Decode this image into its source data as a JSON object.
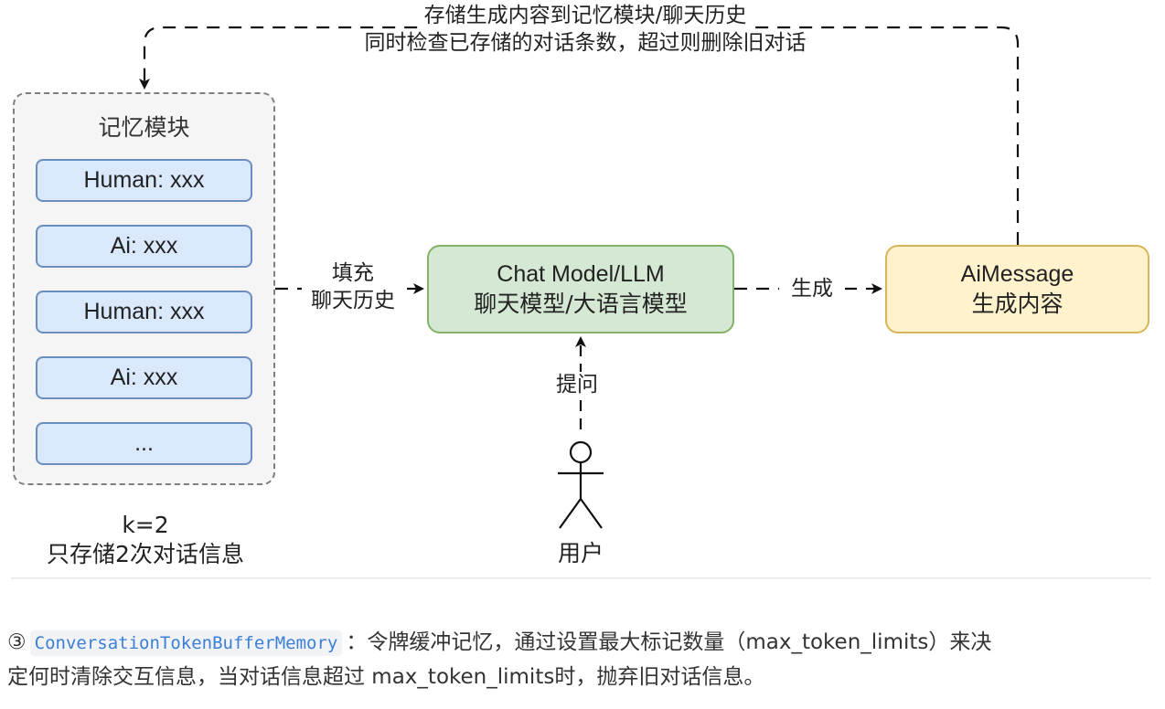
{
  "diagram": {
    "memory": {
      "title": "记忆模块",
      "items": [
        "Human: xxx",
        "Ai: xxx",
        "Human: xxx",
        "Ai: xxx",
        "..."
      ],
      "caption_line1": "k=2",
      "caption_line2": "只存储2次对话信息"
    },
    "llm": {
      "line1": "Chat Model/LLM",
      "line2": "聊天模型/大语言模型"
    },
    "aimessage": {
      "line1": "AiMessage",
      "line2": "生成内容"
    },
    "edges": {
      "feedback_line1": "存储生成内容到记忆模块/聊天历史",
      "feedback_line2": "同时检查已存储的对话条数，超过则删除旧对话",
      "fill_line1": "填充",
      "fill_line2": "聊天历史",
      "generate": "生成",
      "ask": "提问"
    },
    "user_label": "用户",
    "colors": {
      "memory_item_fill": "#dae8fc",
      "memory_item_stroke": "#6c8ebf",
      "llm_fill": "#d5e8d4",
      "llm_stroke": "#82b366",
      "aimessage_fill": "#fff2cc",
      "aimessage_stroke": "#d6b656",
      "memory_container_fill": "#f5f5f5"
    }
  },
  "paragraph": {
    "marker": "③",
    "code": "ConversationTokenBufferMemory",
    "text_after_code": "：令牌缓冲记忆，通过设置最大标记数量（max_token_limits）来决",
    "line2": "定何时清除交互信息，当对话信息超过 max_token_limits时，抛弃旧对话信息。"
  }
}
